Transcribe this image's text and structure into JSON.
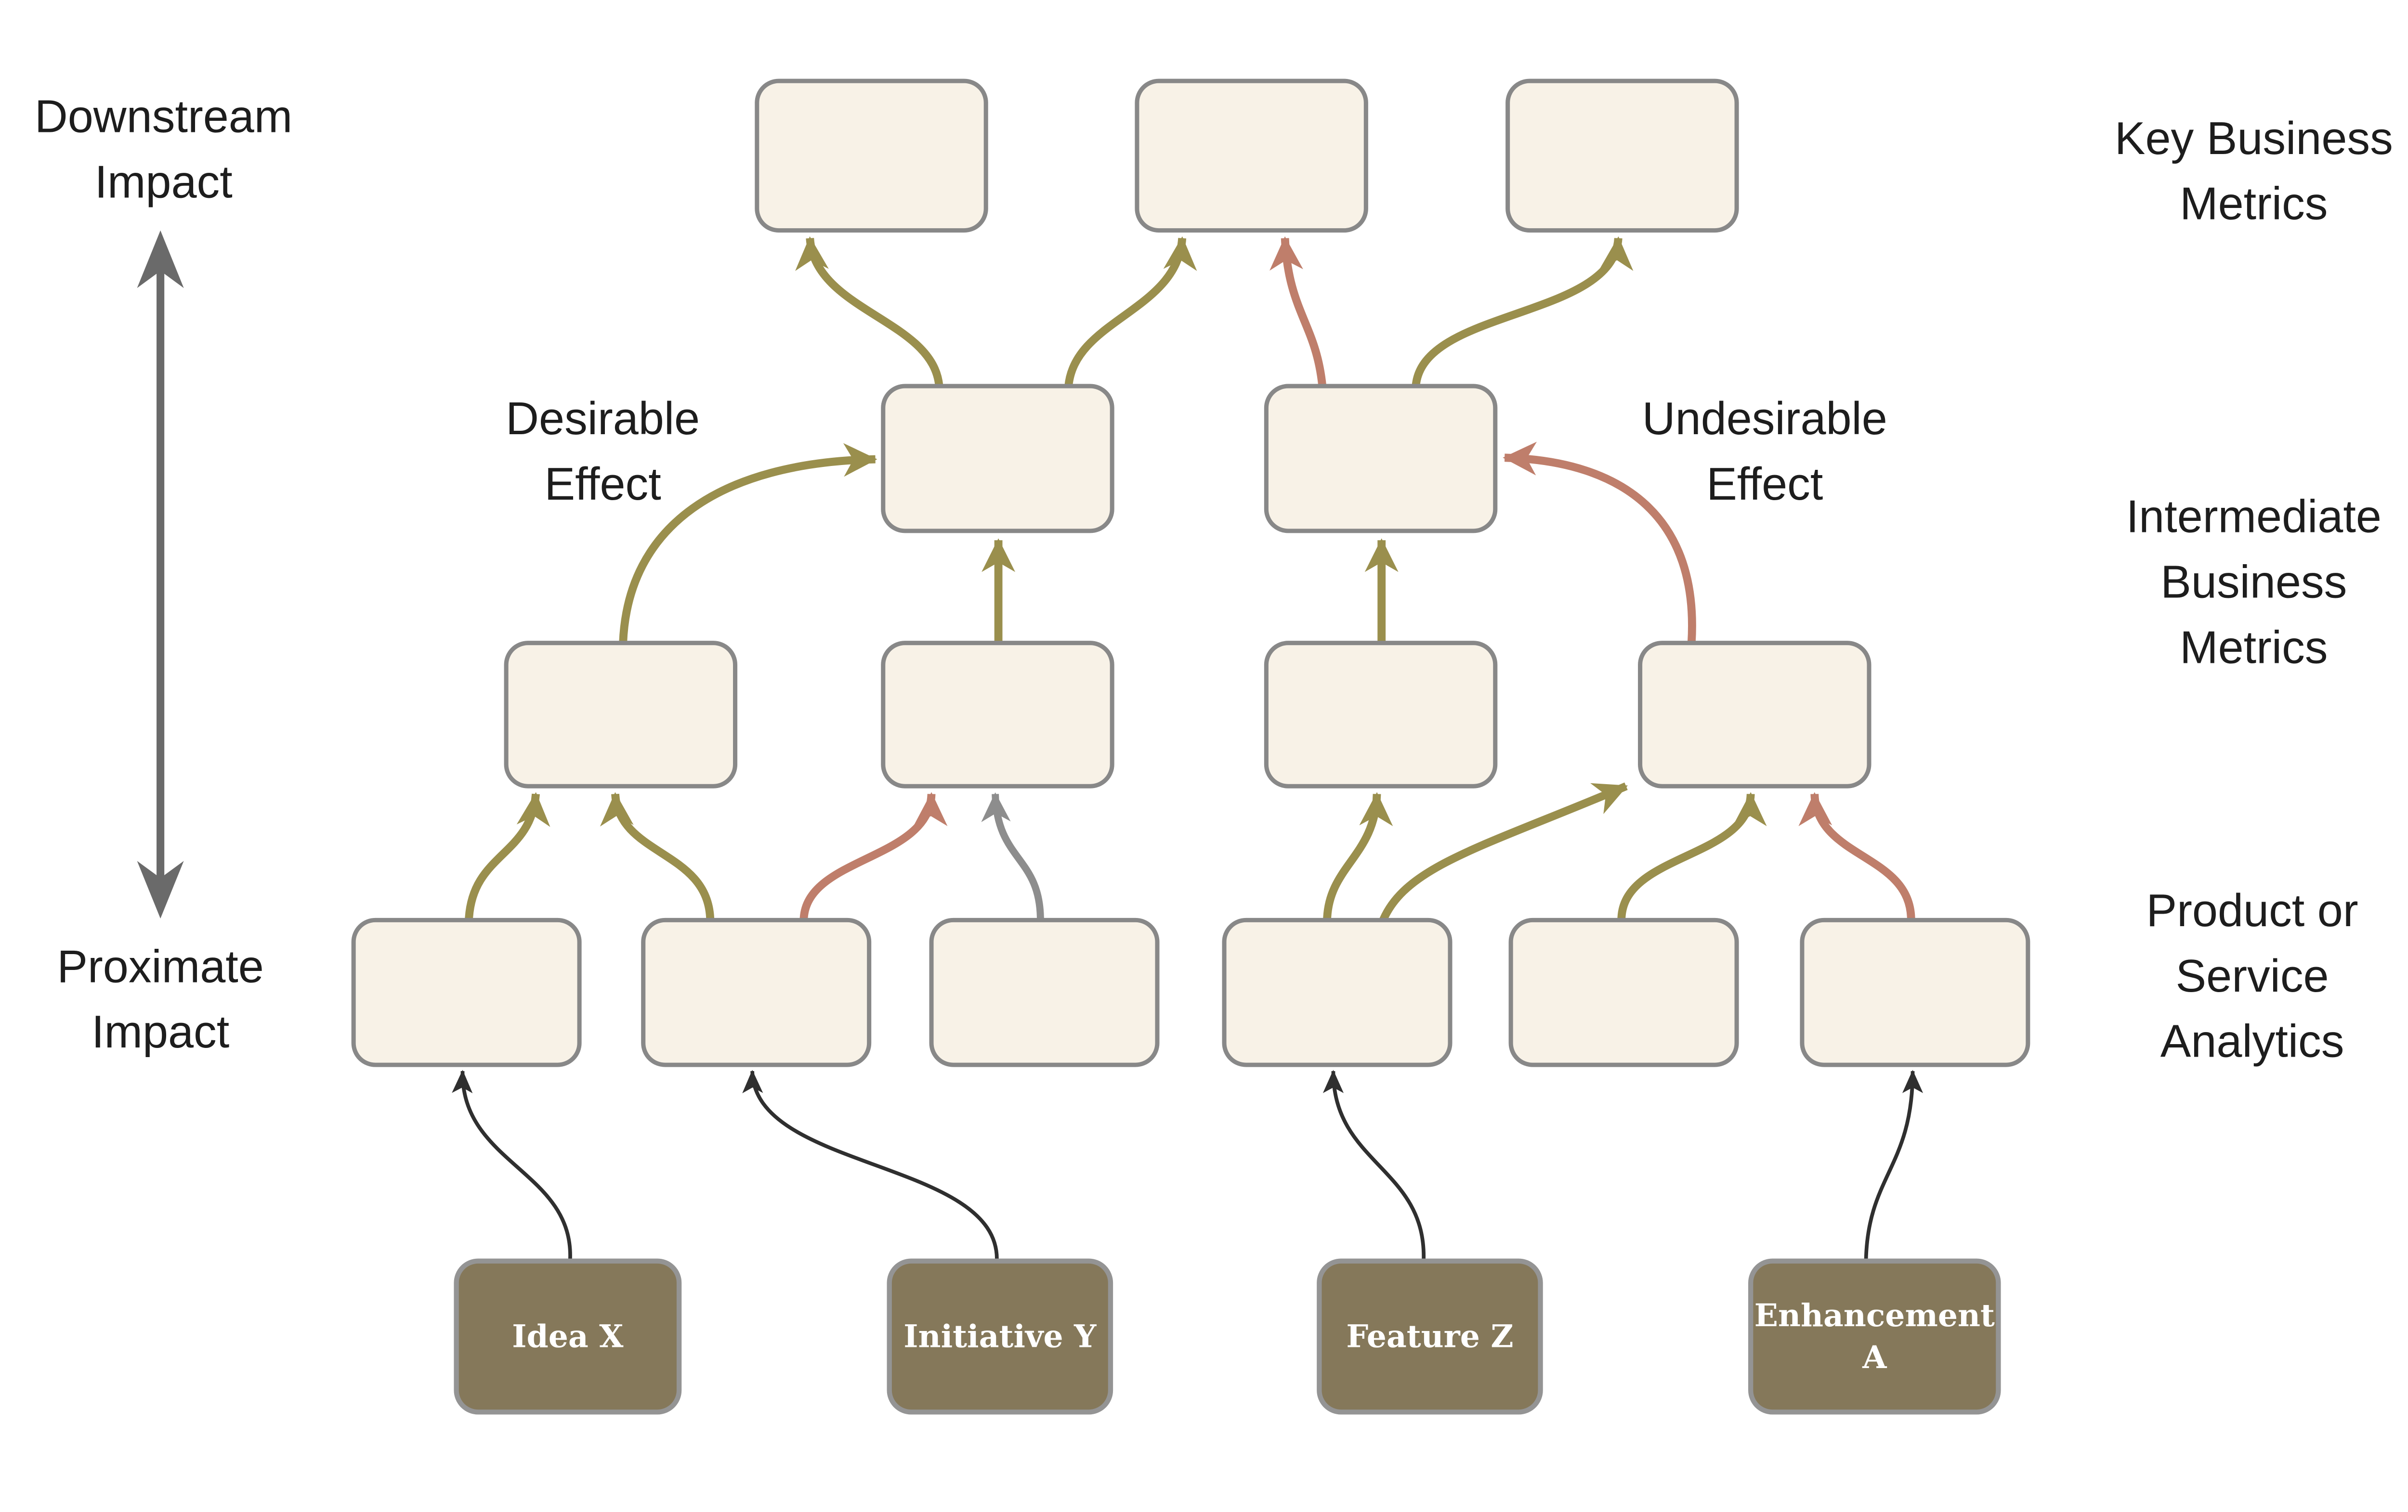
{
  "title": "Impact flow diagram",
  "colors": {
    "desirable": "#9a8f4d",
    "undesirable": "#bf7e6b",
    "neutral": "#8d8d8d",
    "input": "#2f2f2f",
    "axis": "#6a6a6a",
    "node_fill": "#f8f2e7",
    "node_border": "#888888",
    "source_fill": "#85785a",
    "source_border": "#949494",
    "source_text": "#ffffff",
    "text": "#1d1d1d"
  },
  "axis_labels": {
    "top": {
      "line1": "Downstream",
      "line2": "Impact"
    },
    "bottom": {
      "line1": "Proximate",
      "line2": "Impact"
    }
  },
  "level_labels": {
    "key": {
      "line1": "Key Business",
      "line2": "Metrics"
    },
    "intermediate": {
      "line1": "Intermediate",
      "line2": "Business",
      "line3": "Metrics"
    },
    "product": {
      "line1": "Product or",
      "line2": "Service",
      "line3": "Analytics"
    }
  },
  "effect_labels": {
    "desirable": {
      "line1": "Desirable",
      "line2": "Effect"
    },
    "undesirable": {
      "line1": "Undesirable",
      "line2": "Effect"
    }
  },
  "nodes": {
    "key_metrics": [
      "k1",
      "k2",
      "k3"
    ],
    "intermediate_metrics": [
      "i1",
      "i2"
    ],
    "mid_metrics": [
      "m1",
      "m2",
      "m3",
      "m4"
    ],
    "analytics": [
      "p1",
      "p2",
      "p3",
      "p4",
      "p5",
      "p6"
    ],
    "sources": [
      {
        "id": "idea-x",
        "lines": [
          "Idea X"
        ]
      },
      {
        "id": "initiative-y",
        "lines": [
          "Initiative Y"
        ]
      },
      {
        "id": "feature-z",
        "lines": [
          "Feature Z"
        ]
      },
      {
        "id": "enhancement-a",
        "lines": [
          "Enhancement",
          "A"
        ]
      }
    ]
  },
  "edges": [
    {
      "from": "i1",
      "to": "k1",
      "effect": "desirable"
    },
    {
      "from": "i1",
      "to": "k2",
      "effect": "desirable"
    },
    {
      "from": "i2",
      "to": "k2",
      "effect": "undesirable"
    },
    {
      "from": "i2",
      "to": "k3",
      "effect": "desirable"
    },
    {
      "from": "m1",
      "to": "i1",
      "effect": "desirable"
    },
    {
      "from": "m2",
      "to": "i1",
      "effect": "desirable"
    },
    {
      "from": "m3",
      "to": "i2",
      "effect": "desirable"
    },
    {
      "from": "m4",
      "to": "i2",
      "effect": "undesirable"
    },
    {
      "from": "p1",
      "to": "m1",
      "effect": "desirable"
    },
    {
      "from": "p2",
      "to": "m1",
      "effect": "desirable"
    },
    {
      "from": "p2",
      "to": "m2",
      "effect": "undesirable"
    },
    {
      "from": "p3",
      "to": "m2",
      "effect": "neutral"
    },
    {
      "from": "p4",
      "to": "m3",
      "effect": "desirable"
    },
    {
      "from": "p4",
      "to": "m4",
      "effect": "desirable"
    },
    {
      "from": "p5",
      "to": "m4",
      "effect": "desirable"
    },
    {
      "from": "p6",
      "to": "m4",
      "effect": "undesirable"
    },
    {
      "from": "idea-x",
      "to": "p1",
      "effect": "input"
    },
    {
      "from": "initiative-y",
      "to": "p2",
      "effect": "input"
    },
    {
      "from": "feature-z",
      "to": "p4",
      "effect": "input"
    },
    {
      "from": "enhancement-a",
      "to": "p6",
      "effect": "input"
    }
  ]
}
